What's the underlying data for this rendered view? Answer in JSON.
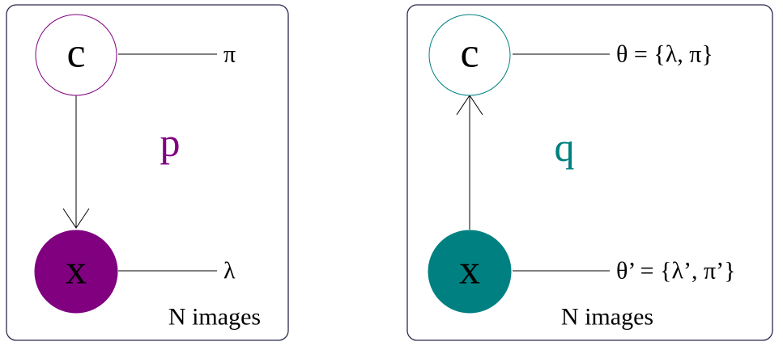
{
  "colors": {
    "p_model": "#800080",
    "q_model": "#008080",
    "plate_border": "#2b2b4f",
    "edge": "#000000"
  },
  "left_panel": {
    "latent_node": "c",
    "observed_node": "x",
    "latent_param": "π",
    "observed_param": "λ",
    "model_name": "p",
    "plate_label": "N images"
  },
  "right_panel": {
    "latent_node": "c",
    "observed_node": "x",
    "latent_param": "θ = {λ, π}",
    "observed_param": "θ’ = {λ’, π’}",
    "model_name": "q",
    "plate_label": "N images"
  }
}
